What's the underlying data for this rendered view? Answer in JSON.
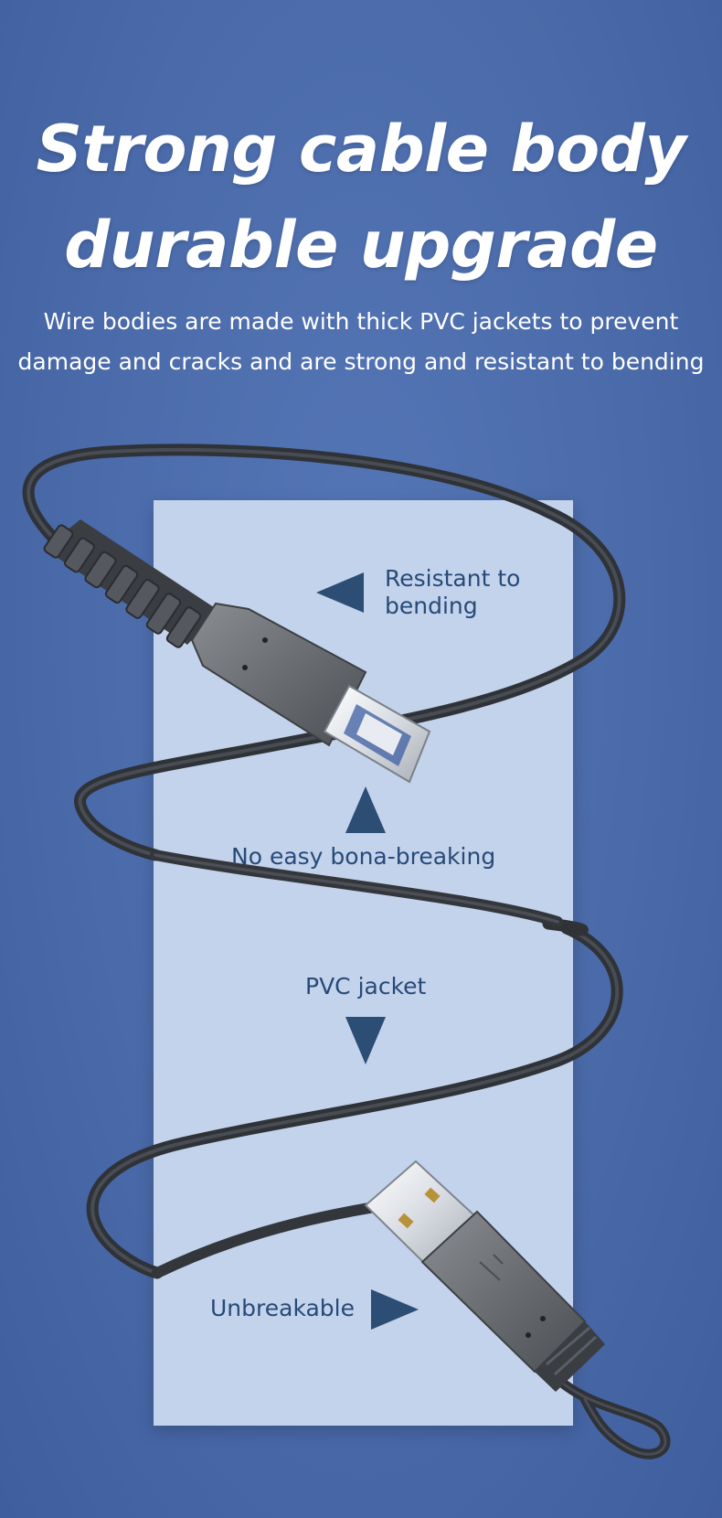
{
  "heading": {
    "line1": "Strong cable body",
    "line2": "durable upgrade"
  },
  "description": {
    "line1": "Wire bodies are made with thick PVC jackets to prevent",
    "line2": "damage and cracks and are strong and resistant to bending"
  },
  "callouts": {
    "resistant_line1": "Resistant to",
    "resistant_line2": "bending",
    "no_breaking": "No easy bona-breaking",
    "pvc_jacket": "PVC jacket",
    "unbreakable": "Unbreakable"
  },
  "colors": {
    "background": "#4a6aa9",
    "panel": "#c3d3ec",
    "callout_text": "#274a77",
    "arrow": "#2c4d74",
    "cable": "#3a3d42",
    "connector": "#707378"
  },
  "icons": {
    "callout_arrows": "triangle-arrow-icon",
    "usb_b": "usb-type-b-connector-icon",
    "usb_a": "usb-type-a-connector-icon"
  }
}
